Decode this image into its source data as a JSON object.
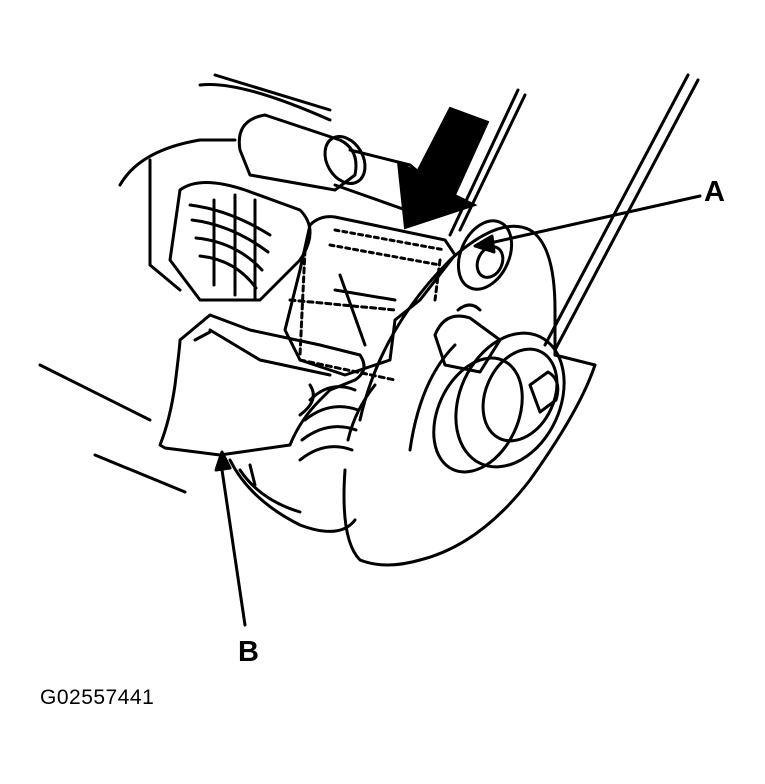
{
  "figure": {
    "callout_a": "A",
    "callout_b": "B",
    "figure_id": "G02557441"
  },
  "style": {
    "line_color": "#000000",
    "background": "#ffffff"
  }
}
